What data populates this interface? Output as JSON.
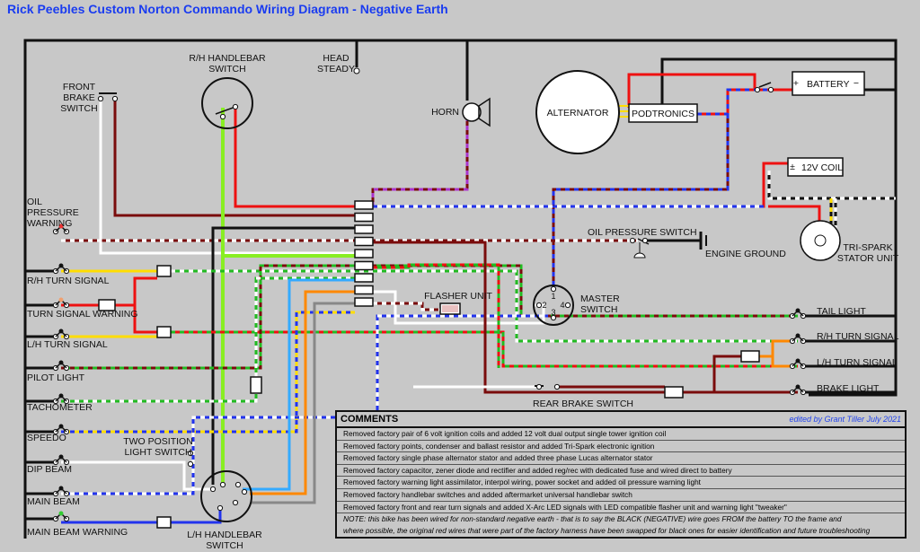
{
  "title": "Rick Peebles Custom Norton Commando Wiring Diagram - Negative Earth",
  "labels": {
    "rh_handlebar_switch": [
      "R/H HANDLEBAR",
      "SWITCH"
    ],
    "head_steady": [
      "HEAD",
      "STEADY"
    ],
    "front_brake_switch": [
      "FRONT",
      "BRAKE",
      "SWITCH"
    ],
    "horn": "HORN",
    "alternator": "ALTERNATOR",
    "podtronics": "PODTRONICS",
    "battery": "BATTERY",
    "coil": "12V COIL",
    "oil_pressure_warning": [
      "OIL",
      "PRESSURE",
      "WARNING"
    ],
    "oil_pressure_switch": "OIL PRESSURE SWITCH",
    "engine_ground": "ENGINE GROUND",
    "tri_spark": [
      "TRI-SPARK",
      "STATOR UNIT"
    ],
    "flasher_unit": "FLASHER UNIT",
    "master_switch": [
      "MASTER",
      "SWITCH"
    ],
    "master_terminals": [
      "1",
      "2",
      "3",
      "4"
    ],
    "rear_brake_switch": "REAR BRAKE SWITCH",
    "two_position_light_switch": [
      "TWO POSITION",
      "LIGHT SWITCH"
    ],
    "lh_handlebar_switch": [
      "L/H HANDLEBAR",
      "SWITCH"
    ],
    "left_lamps": [
      "R/H TURN SIGNAL",
      "TURN SIGNAL WARNING",
      "L/H TURN SIGNAL",
      "PILOT LIGHT",
      "TACHOMETER",
      "SPEEDO",
      "DIP BEAM",
      "MAIN BEAM",
      "MAIN BEAM WARNING"
    ],
    "right_lamps": [
      "TAIL LIGHT",
      "R/H TURN SIGNAL",
      "L/H TURN SIGNAL",
      "BRAKE LIGHT"
    ]
  },
  "comments": {
    "header": "COMMENTS",
    "credit": "edited by Grant Tiller July 2021",
    "rows": [
      "Removed factory pair of 6 volt ignition coils and added 12 volt dual output single tower ignition coil",
      "Removed factory points, condenser and ballast resistor and added Tri-Spark electronic ignition",
      "Removed factory single phase alternator stator and added three phase Lucas alternator stator",
      "Removed factory capacitor, zener diode and rectifier and added reg/rec with dedicated fuse and wired direct to battery",
      "Removed factory warning light assimilator, interpol wiring, power socket and added oil pressure warning light",
      "Removed factory handlebar switches and added aftermarket universal handlebar switch",
      "Removed factory front and rear turn signals and added X-Arc LED signals with LED compatible flasher unit and warning light \"tweaker\""
    ],
    "notes": [
      "NOTE: this bike has been wired for non-standard negative earth - that is to say the BLACK (NEGATIVE) wire goes FROM the battery TO the frame and",
      "where possible, the original red wires that were part of the factory harness have been swapped for black ones for easier identification and future troubleshooting"
    ]
  },
  "colors": {
    "title": "#1a3cf0",
    "black": "#111111",
    "red": "#ee1111",
    "brown": "#7a0c0c",
    "white": "#ffffff",
    "green": "#22bb22",
    "lime": "#88ee22",
    "yellow": "#ffdd00",
    "blue": "#2233ee",
    "orange": "#ff8800",
    "lightblue": "#33aaff",
    "grey": "#888888",
    "purple": "#aa33cc"
  }
}
